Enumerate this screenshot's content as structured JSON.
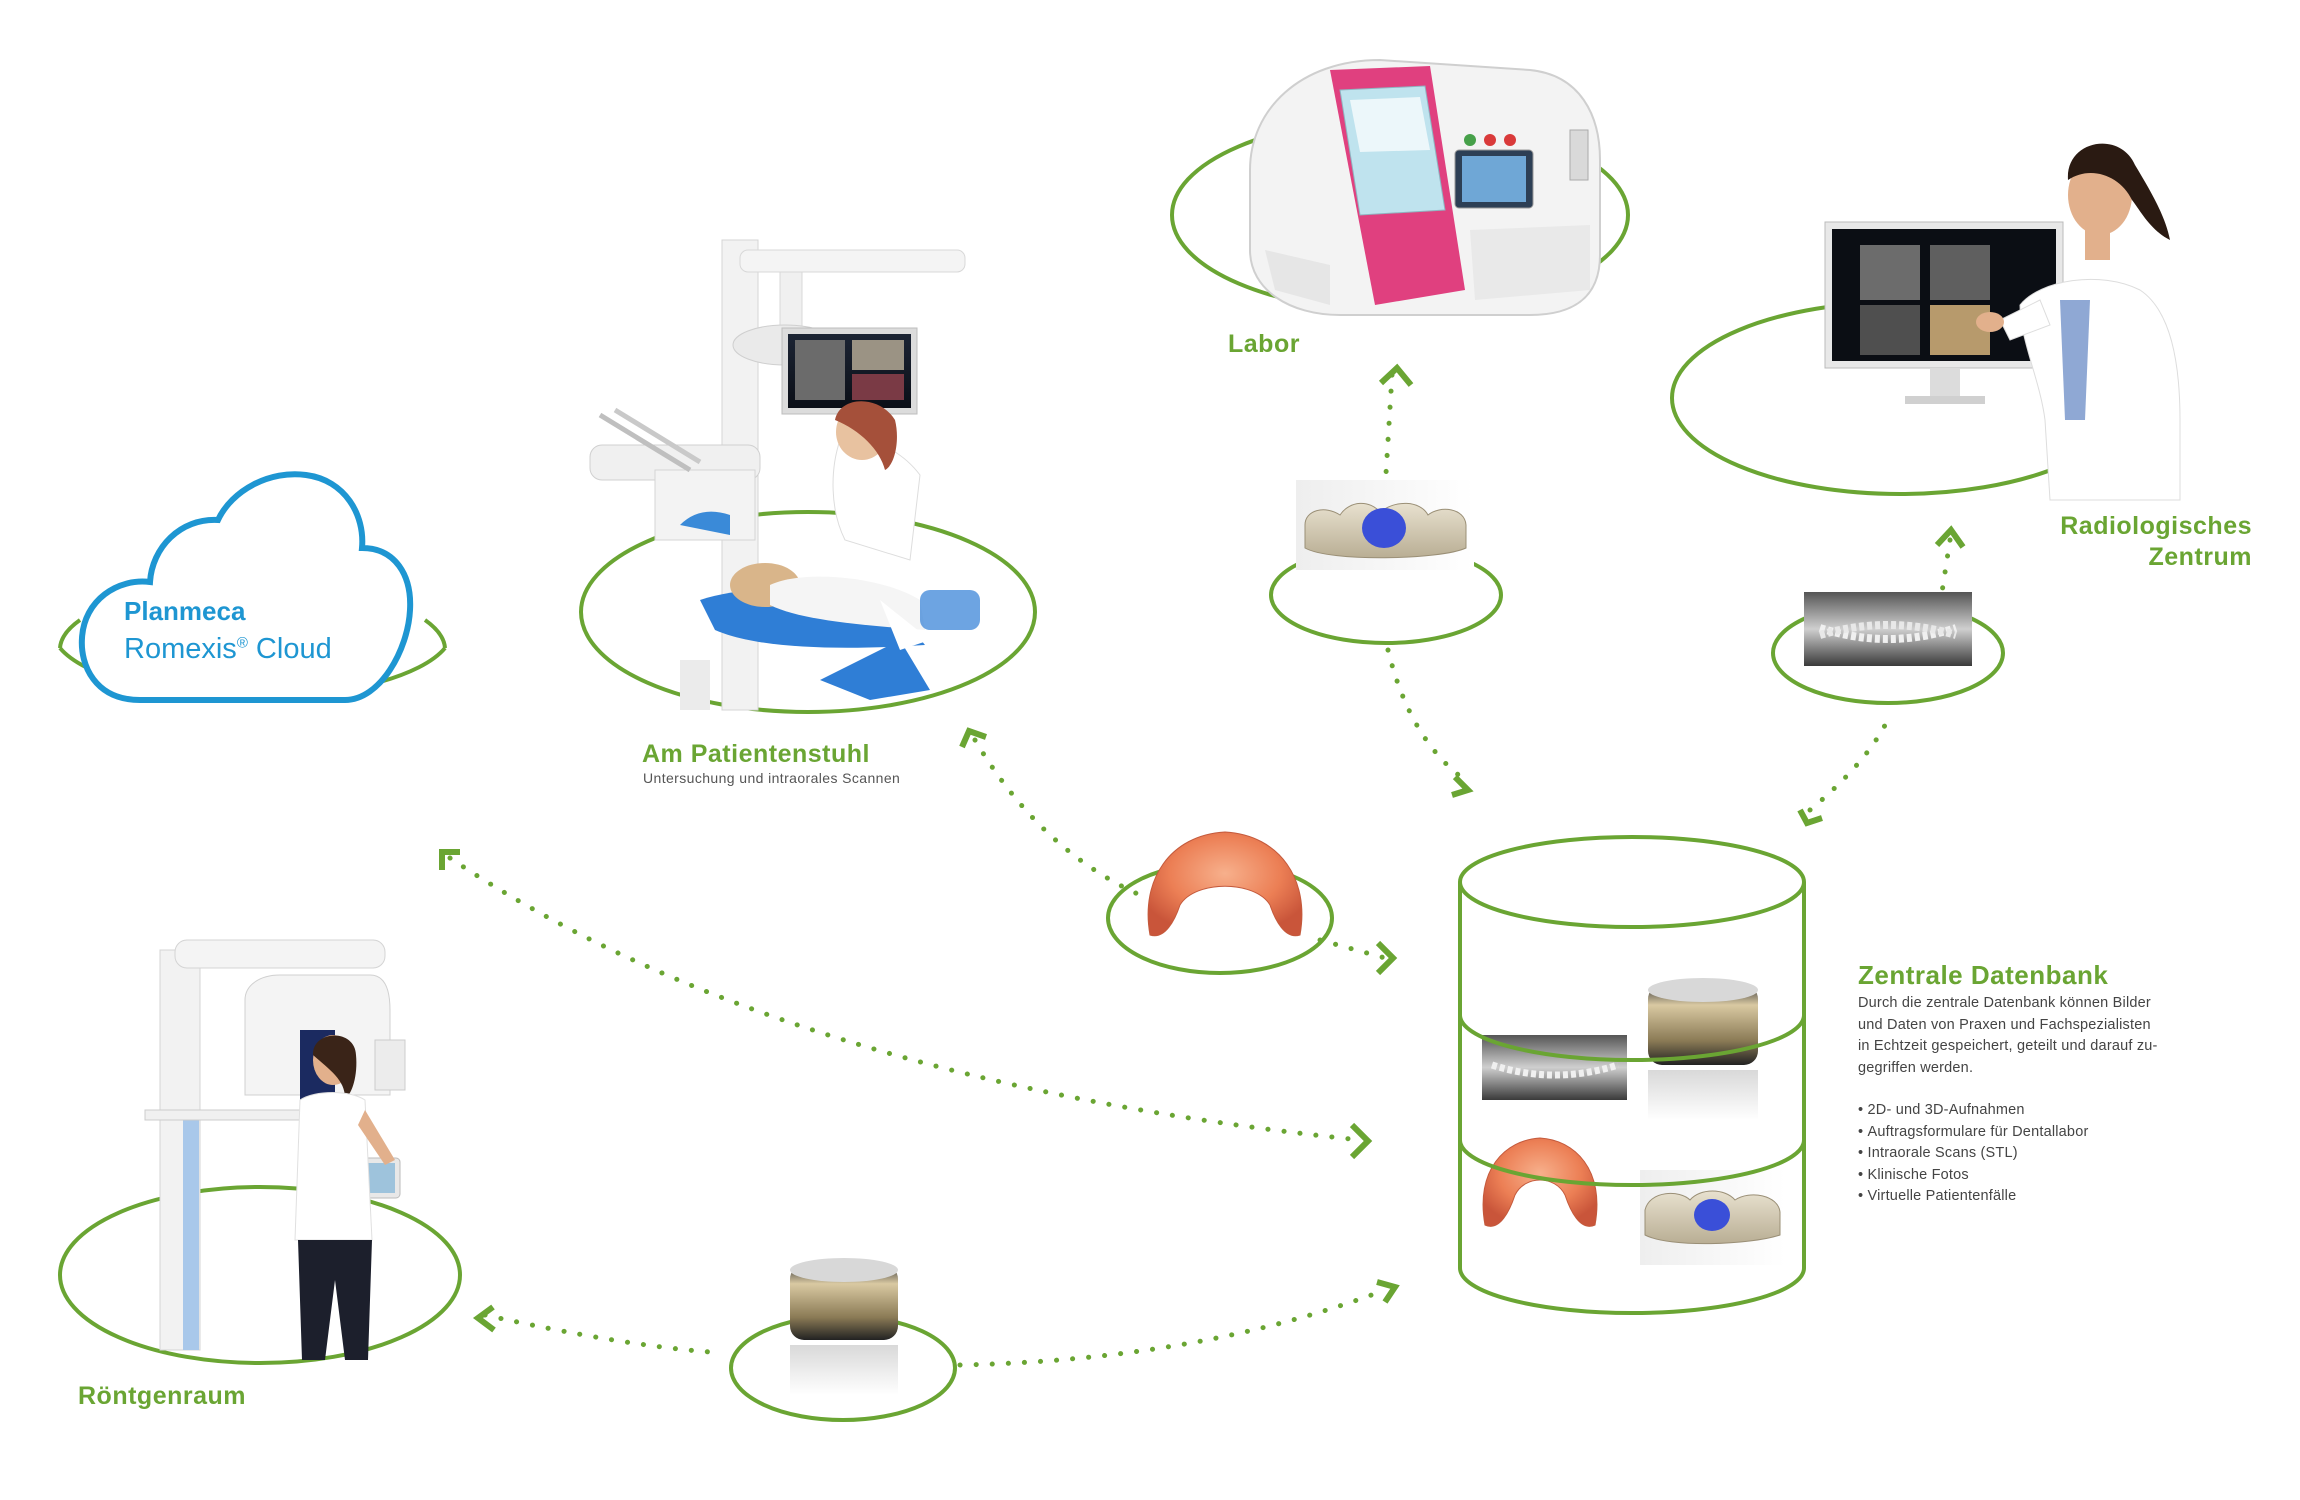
{
  "cloud": {
    "brand": "Planmeca",
    "product": "Romexis",
    "registered": "®",
    "product_suffix": " Cloud"
  },
  "nodes": {
    "patient_chair": {
      "title": "Am Patientenstuhl",
      "subtitle": "Untersuchung und intraorales Scannen"
    },
    "lab": {
      "title": "Labor"
    },
    "radiology": {
      "title_line1": "Radiologisches",
      "title_line2": "Zentrum"
    },
    "xray_room": {
      "title": "Röntgenraum"
    },
    "central_db": {
      "title": "Zentrale Datenbank",
      "description": [
        "Durch die zentrale Datenbank können Bilder",
        "und Daten von Praxen und Fachspezialisten",
        "in Echtzeit gespeichert, geteilt und darauf zu-",
        "gegriffen werden."
      ],
      "bullets": [
        "2D- und 3D-Aufnahmen",
        "Auftragsformulare für Dentallabor",
        "Intraorale Scans (STL)",
        "Klinische Fotos",
        "Virtuelle Patientenfälle"
      ]
    }
  },
  "colors": {
    "green": "#6aa533",
    "cloud_blue": "#1e96d2",
    "lab_pink": "#e0407f",
    "text_gray": "#444444"
  }
}
